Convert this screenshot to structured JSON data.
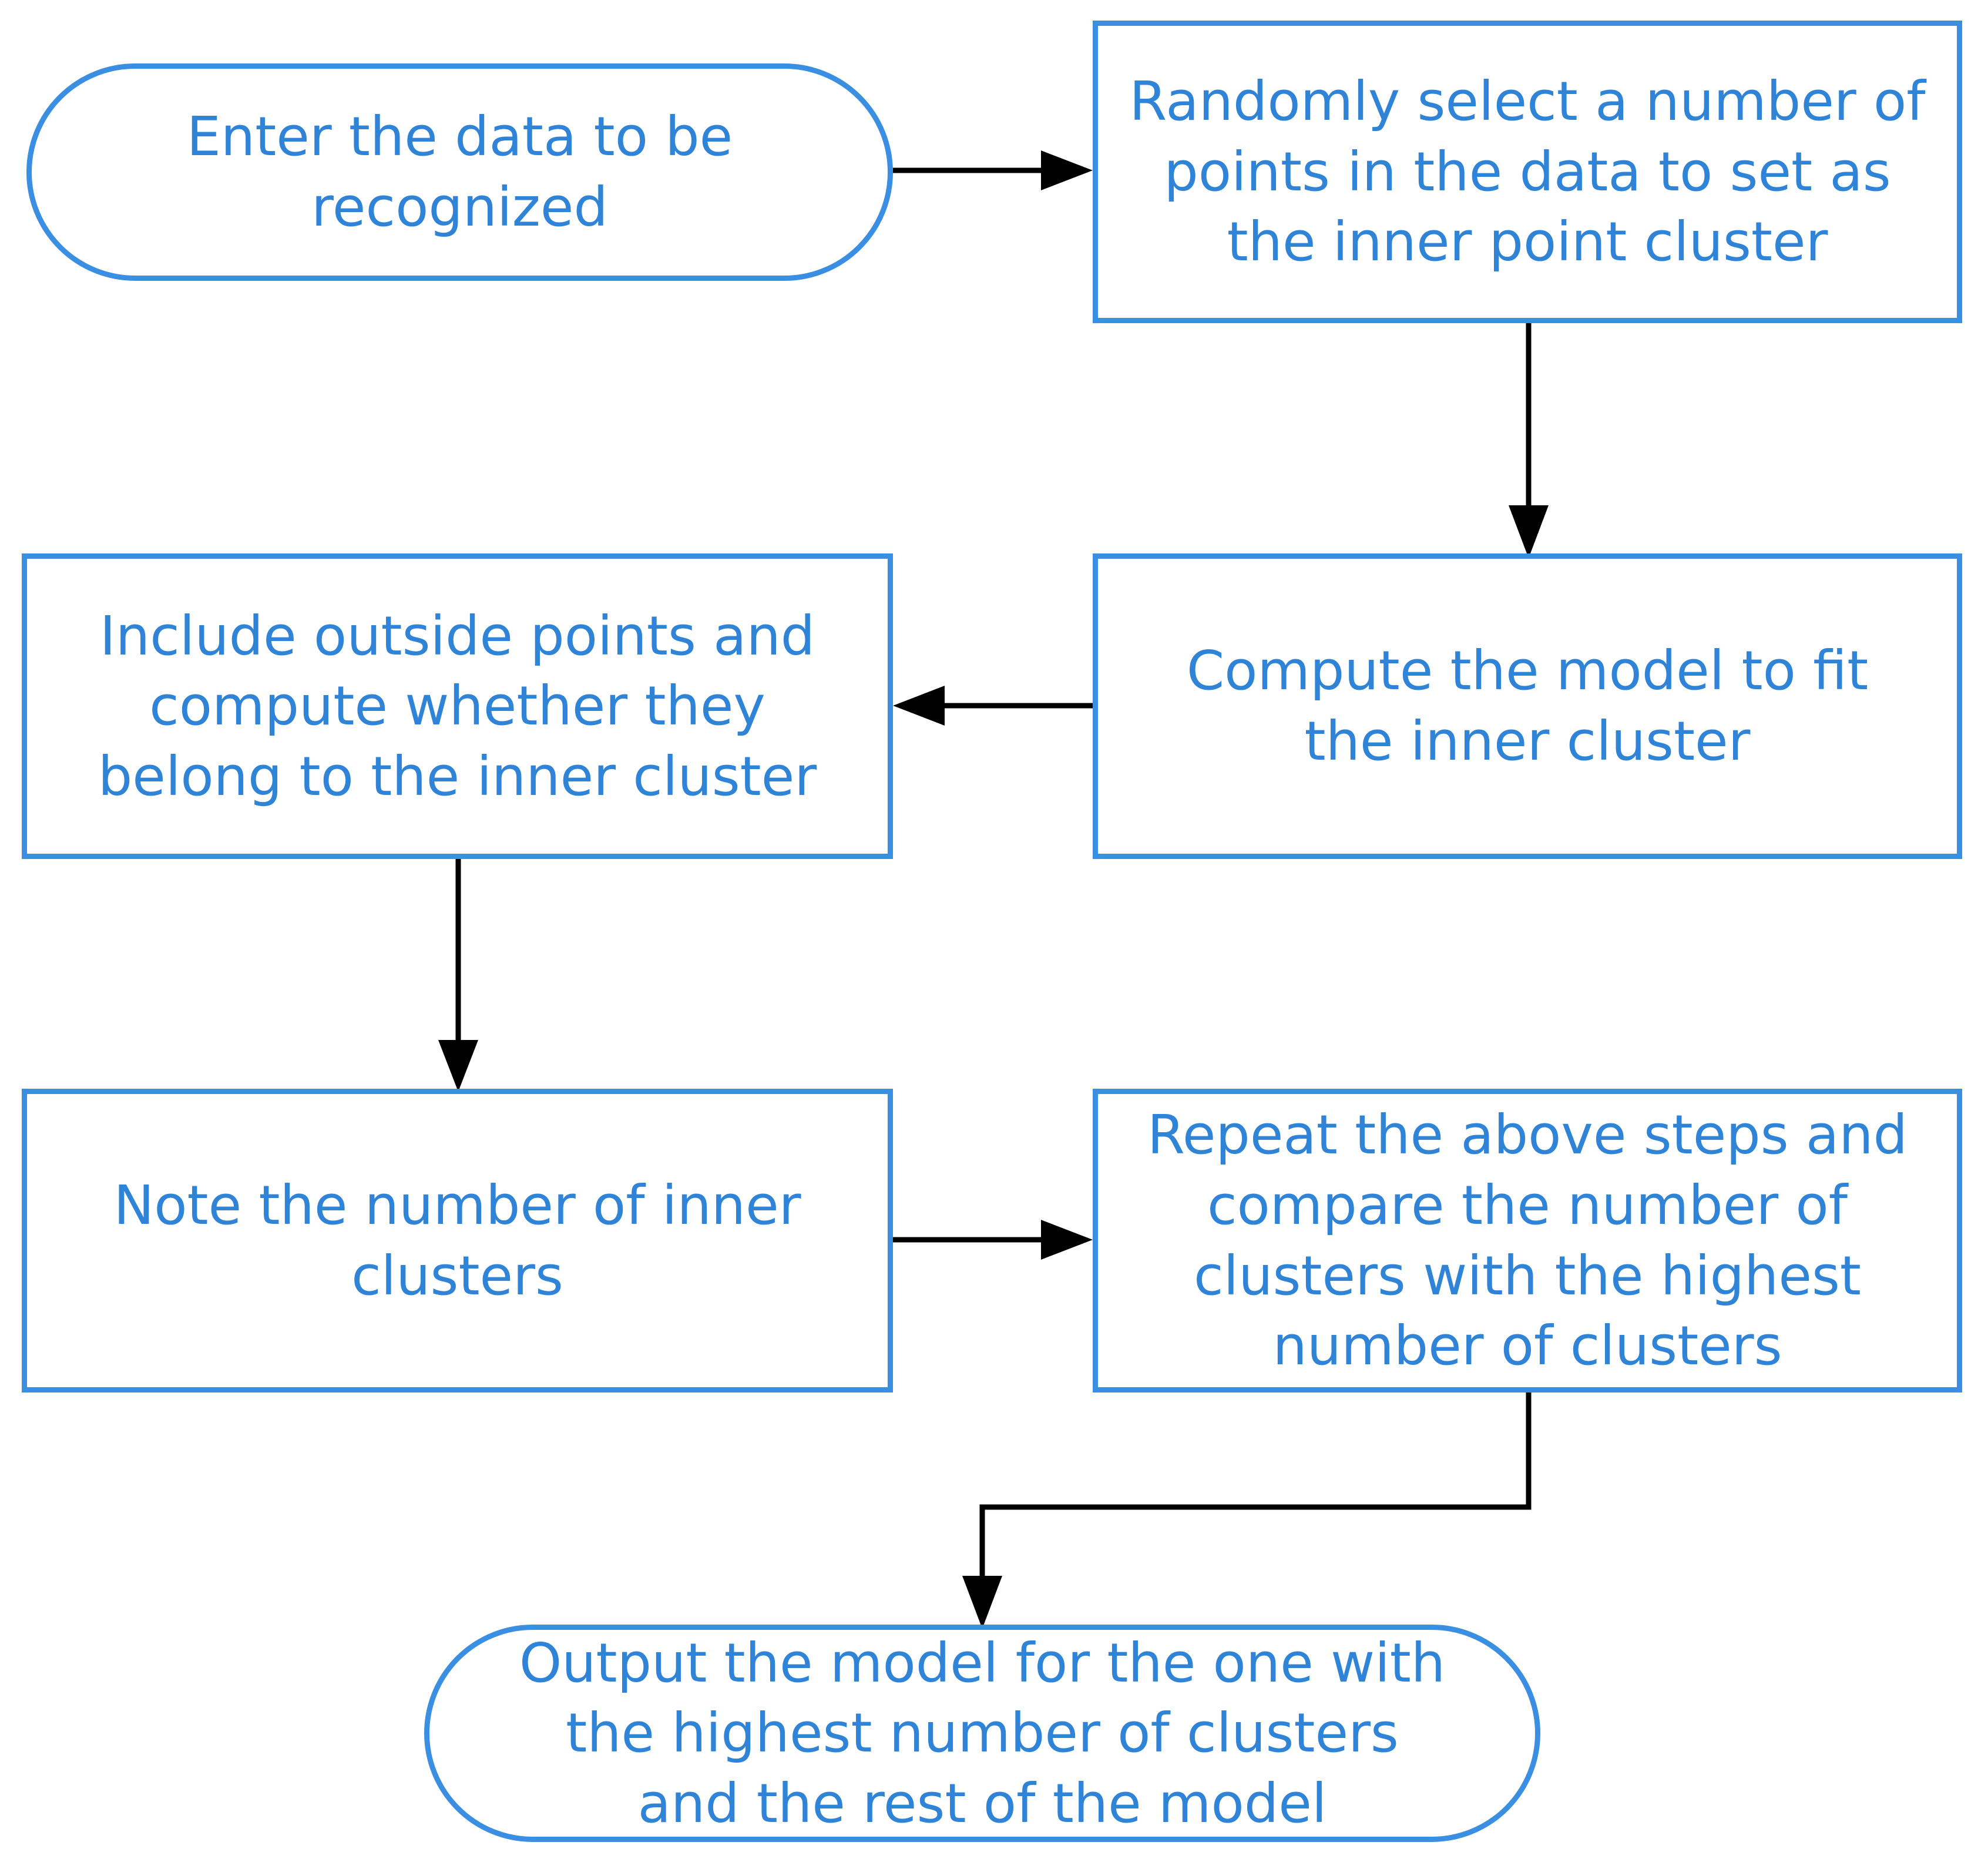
{
  "flowchart": {
    "nodes": {
      "start": "Enter the data to be recognized",
      "select": "Randomly select a number of points in the data to set as the inner point cluster",
      "fit": "Compute the model to fit the inner cluster",
      "include": "Include outside points and compute whether they belong to the inner cluster",
      "note": "Note the number of inner clusters",
      "repeat": "Repeat the above steps and compare the number of clusters with the highest number of clusters",
      "output": "Output the model for the one with the highest number of clusters and the rest of the model"
    },
    "edges": [
      {
        "from": "start",
        "to": "select"
      },
      {
        "from": "select",
        "to": "fit"
      },
      {
        "from": "fit",
        "to": "include"
      },
      {
        "from": "include",
        "to": "note"
      },
      {
        "from": "note",
        "to": "repeat"
      },
      {
        "from": "repeat",
        "to": "output"
      }
    ],
    "colors": {
      "node_border": "#3b8fe3",
      "node_text": "#2f84d8",
      "arrow": "#000000"
    }
  }
}
